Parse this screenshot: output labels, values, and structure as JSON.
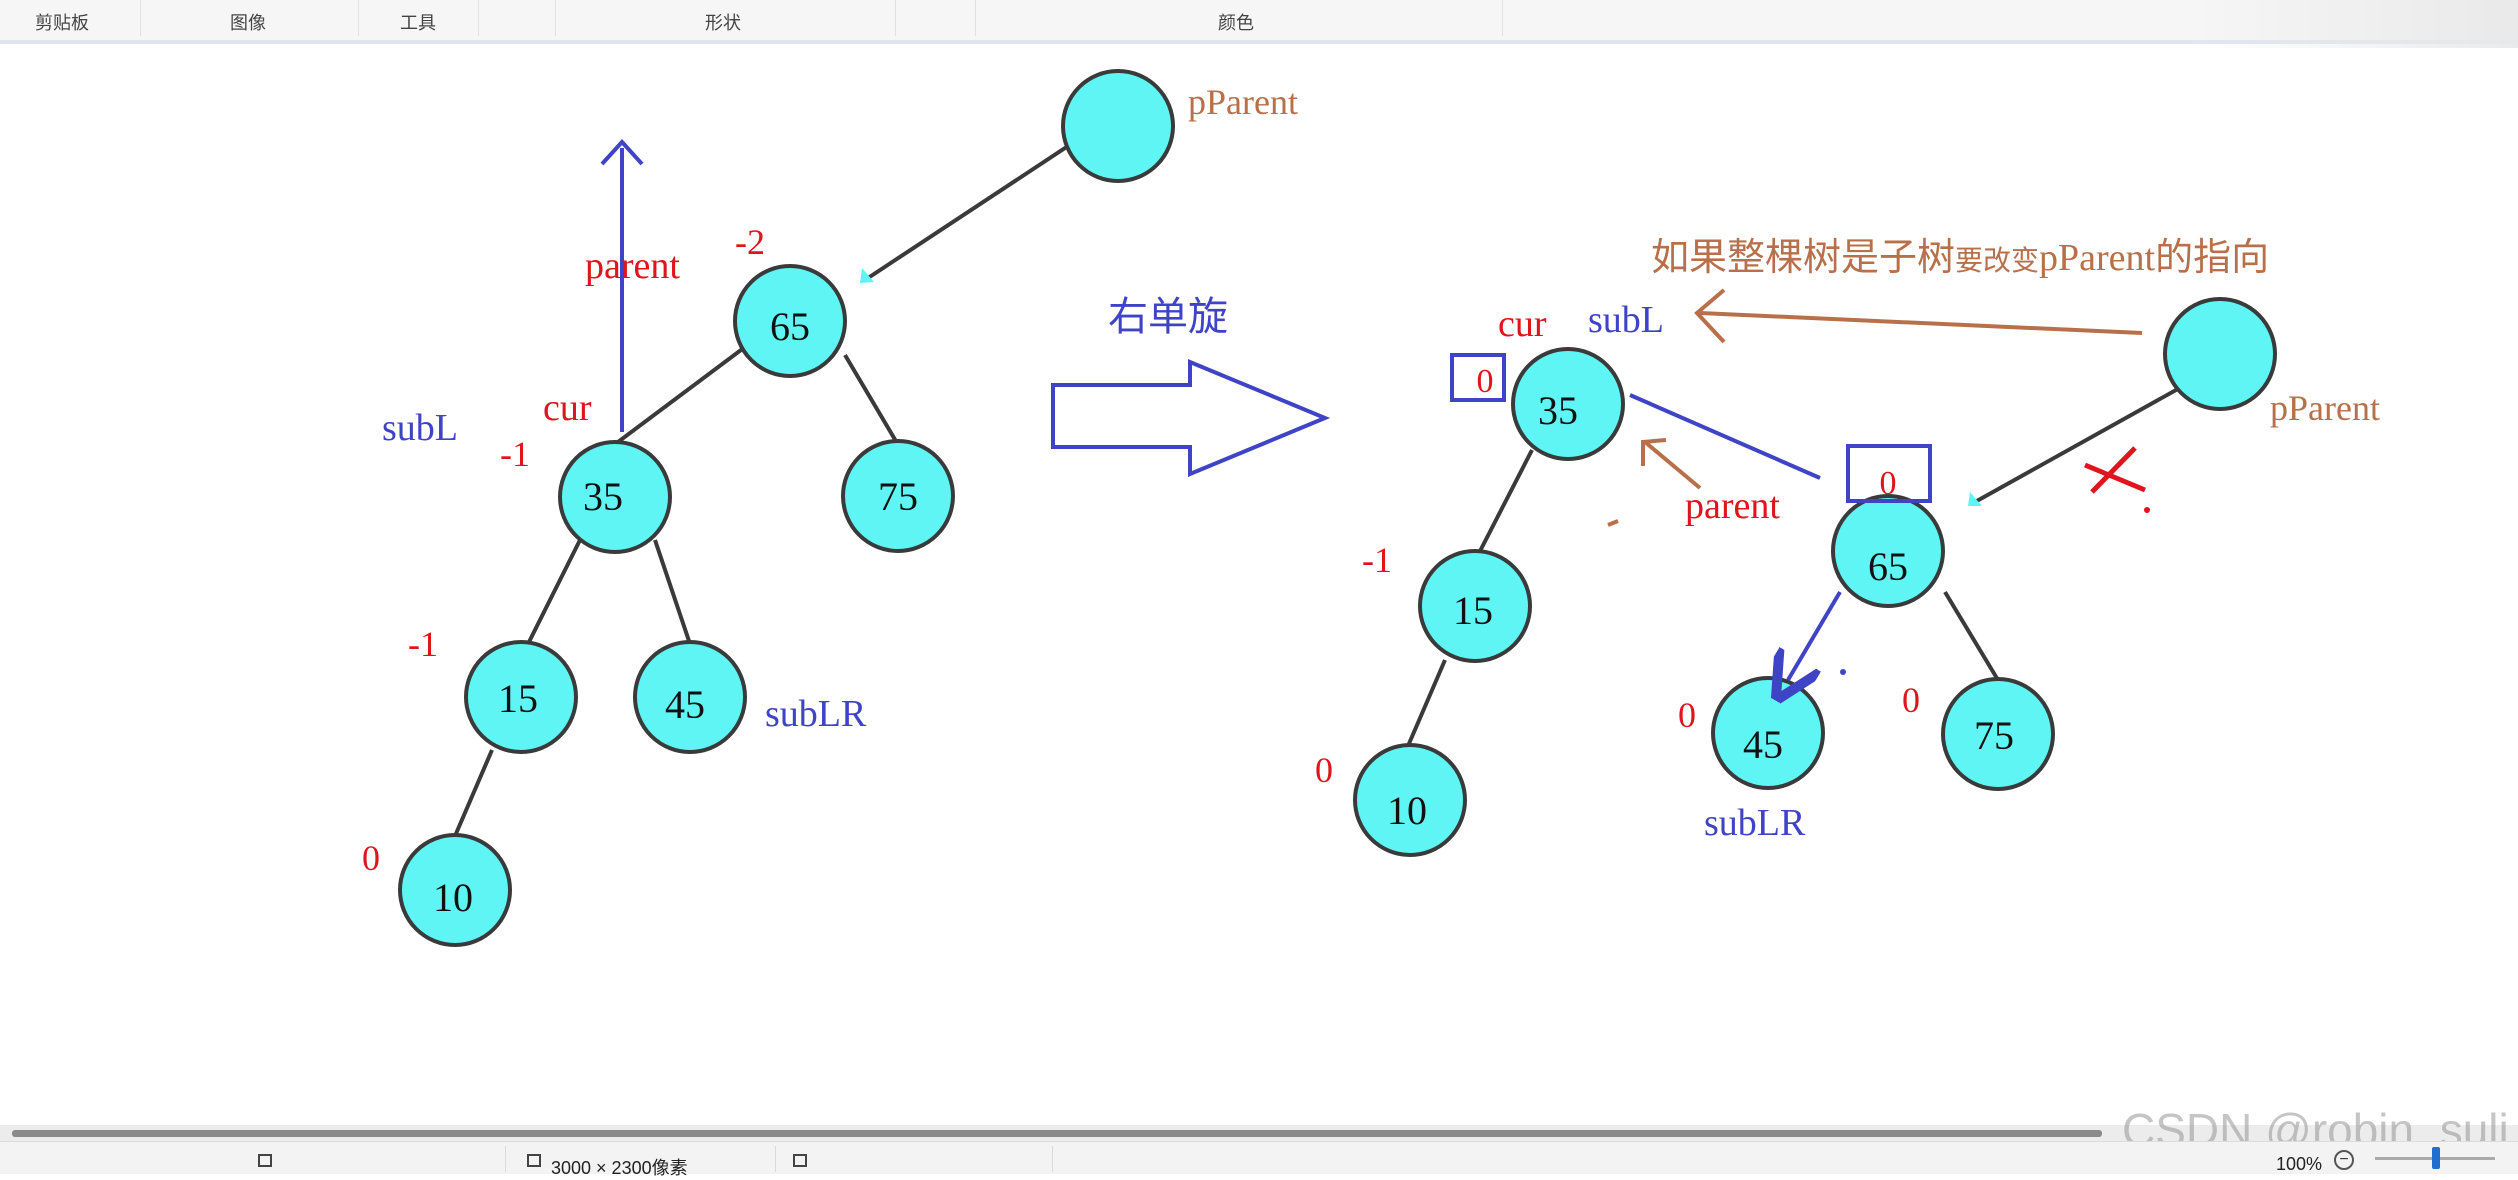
{
  "ribbon": {
    "groups": [
      "剪贴板",
      "图像",
      "工具",
      "形状",
      "颜色"
    ]
  },
  "colors": {
    "node_fill": "#5ff5f5",
    "node_stroke": "#3a3a3a",
    "edge": "#3a3a3a",
    "red": "#e0141c",
    "blue": "#3f44c7",
    "brown": "#b8704a"
  },
  "left_tree": {
    "nodes": {
      "pparent": "",
      "n65": "65",
      "n35": "35",
      "n75": "75",
      "n15": "15",
      "n45": "45",
      "n10": "10"
    },
    "labels": {
      "pparent": "pParent",
      "parent": "parent",
      "cur": "cur",
      "subl": "subL",
      "sublr": "subLR",
      "bf_65": "-2",
      "bf_35": "-1",
      "bf_15": "-1",
      "bf_10": "0"
    }
  },
  "transition": {
    "label": "右单旋"
  },
  "right_tree": {
    "nodes": {
      "pparent": "",
      "n35": "35",
      "n65": "65",
      "n15": "15",
      "n10": "10",
      "n45": "45",
      "n75": "75"
    },
    "labels": {
      "cur": "cur",
      "subl": "subL",
      "parent": "parent",
      "pparent": "pParent",
      "sublr": "subLR",
      "note_large_1": "如果整棵树是子树",
      "note_small": "要改变",
      "note_large_2": "pParent的指向",
      "bf_35": "0",
      "bf_65": "0",
      "bf_15": "-1",
      "bf_10": "0",
      "bf_45": "0",
      "bf_75": "0"
    }
  },
  "statusbar": {
    "dimensions": "3000 × 2300像素",
    "zoom": "100%"
  },
  "watermark": "CSDN @robin_suli"
}
